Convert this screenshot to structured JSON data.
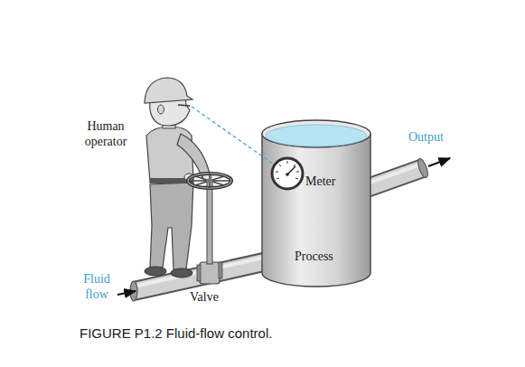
{
  "diagram": {
    "caption": "FIGURE P1.2 Fluid-flow control.",
    "labels": [
      "Human operator",
      "Output",
      "Meter",
      "Process",
      "Fluid flow",
      "Valve"
    ]
  }
}
